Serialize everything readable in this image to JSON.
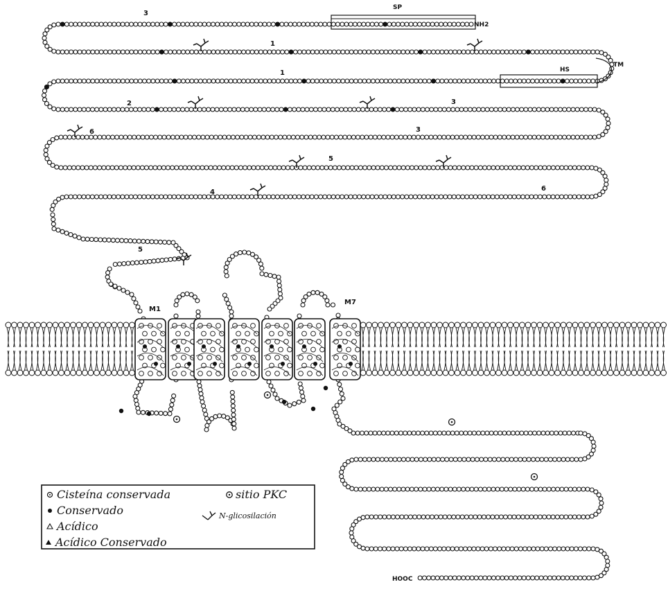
{
  "labels": {
    "sp": "SP",
    "nh2": "NH2",
    "tm": "TM",
    "hs": "HS",
    "m1": "M1",
    "m7": "M7",
    "cooh": "HOOC"
  },
  "repeat_numbers": [
    "3",
    "1",
    "1",
    "2",
    "3",
    "6",
    "3",
    "5",
    "4",
    "6",
    "5"
  ],
  "legend": {
    "items": [
      {
        "symbol": "open-circle-dot-icon",
        "text": "Cisteína conservada"
      },
      {
        "symbol": "filled-circle-icon",
        "text": "Conservado"
      },
      {
        "symbol": "open-triangle-icon",
        "text": "Acídico"
      },
      {
        "symbol": "filled-triangle-icon",
        "text": "Acídico Conservado"
      }
    ],
    "pkc": {
      "symbol": "pkc-site-icon",
      "text": "sitio PKC"
    },
    "glyco": {
      "symbol": "n-glycosylation-icon",
      "text": "N-glicosilación"
    }
  },
  "colors": {
    "ink": "#111111",
    "paper": "#ffffff"
  }
}
